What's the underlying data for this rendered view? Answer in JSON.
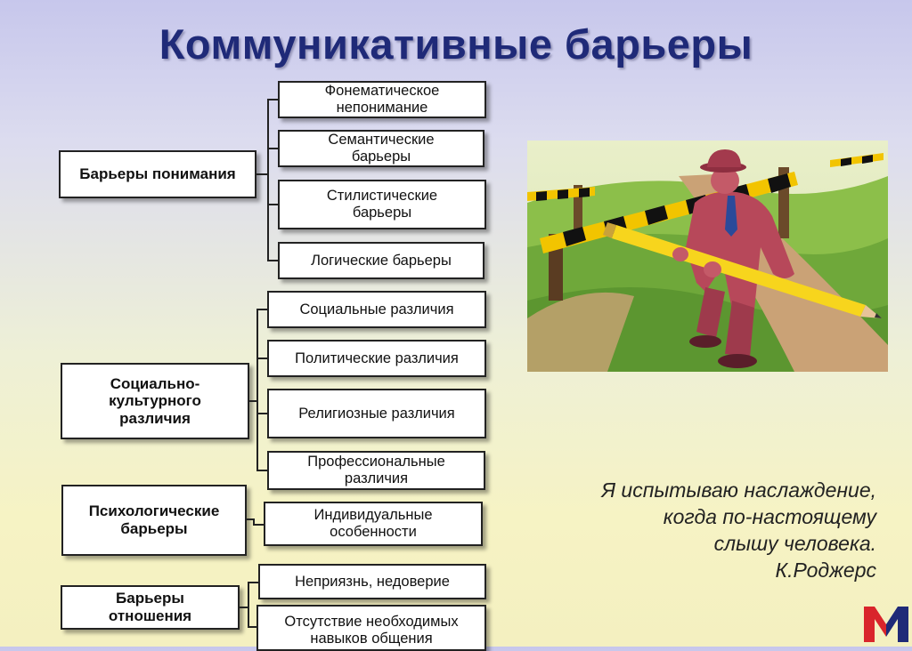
{
  "title": "Коммуникативные барьеры",
  "categories": [
    "Барьеры понимания",
    "Социально-\nкультурного\nразличия",
    "Психологические\nбарьеры",
    "Барьеры\nотношения"
  ],
  "items": [
    "Фонематическое\nнепонимание",
    "Семантические\nбарьеры",
    "Стилистические\nбарьеры",
    "Логические барьеры",
    "Социальные различия",
    "Политические различия",
    "Религиозные различия",
    "Профессиональные\nразличия",
    "Индивидуальные\nособенности",
    "Неприязнь, недоверие",
    "Отсутствие необходимых\nнавыков общения"
  ],
  "quote": {
    "lines": [
      "Я испытываю наслаждение,",
      "когда по-настоящему",
      "слышу человека."
    ],
    "author": "К.Роджерс"
  },
  "colors": {
    "title": "#1f2a78",
    "logo_red": "#d9252b",
    "logo_navy": "#1f2a78"
  }
}
